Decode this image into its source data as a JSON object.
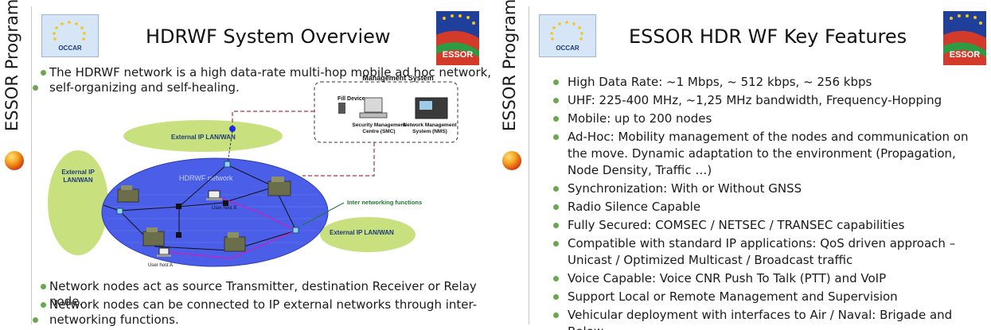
{
  "left": {
    "side_label": "ESSOR Programme",
    "occar_label": "OCCAR",
    "essor_logo_text": "ESSOR",
    "title": "HDRWF System Overview",
    "intro_line1": "The HDRWF network is a high data-rate multi-hop mobile ad hoc network,",
    "intro_line2": "self-organizing and self-healing.",
    "diagram": {
      "management_system": "Management System",
      "fill_device": "Fill Device",
      "smc_line1": "Security Management",
      "smc_line2": "Centre (SMC)",
      "nms_line1": "Network Management",
      "nms_line2": "System (NMS)",
      "external_top": "External IP LAN/WAN",
      "external_left_line1": "External IP",
      "external_left_line2": "LAN/WAN",
      "external_right": "External IP LAN/WAN",
      "hdrwf_network": "HDRWF network",
      "inter_networking": "Inter networking functions",
      "user_host_b": "User host B",
      "user_host_a": "User host A"
    },
    "bullet2": "Network nodes act as source Transmitter, destination Receiver or Relay node.",
    "bullet3_line1": "Network nodes can be connected to IP external networks through inter-",
    "bullet3_line2": "networking functions."
  },
  "right": {
    "side_label": "ESSOR Programme",
    "occar_label": "OCCAR",
    "essor_logo_text": "ESSOR",
    "title": "ESSOR HDR WF Key Features",
    "features": [
      "High Data Rate: ~1 Mbps, ~ 512 kbps, ~ 256 kbps",
      "UHF: 225-400 MHz, ~1,25 MHz bandwidth, Frequency-Hopping",
      "Mobile: up to 200 nodes",
      "Ad-Hoc: Mobility management of the nodes and communication on the move. Dynamic adaptation to the environment (Propagation, Node Density, Traffic …)",
      "Synchronization: With or Without GNSS",
      "Radio Silence Capable",
      "Fully Secured: COMSEC / NETSEC / TRANSEC capabilities",
      "Compatible with standard IP applications: QoS driven approach – Unicast / Optimized Multicast / Broadcast traffic",
      "Voice Capable: Voice CNR Push To Talk (PTT) and VoIP",
      "Support Local or Remote Management and Supervision",
      "Vehicular deployment with interfaces to Air / Naval: Brigade and Below"
    ]
  },
  "colors": {
    "bullet_green": "#6aa84f",
    "network_blue": "#4a5ee8",
    "ellipse_green": "#c9e07e",
    "link_magenta": "#c026c0",
    "mgmt_dash_red": "#b23030"
  }
}
